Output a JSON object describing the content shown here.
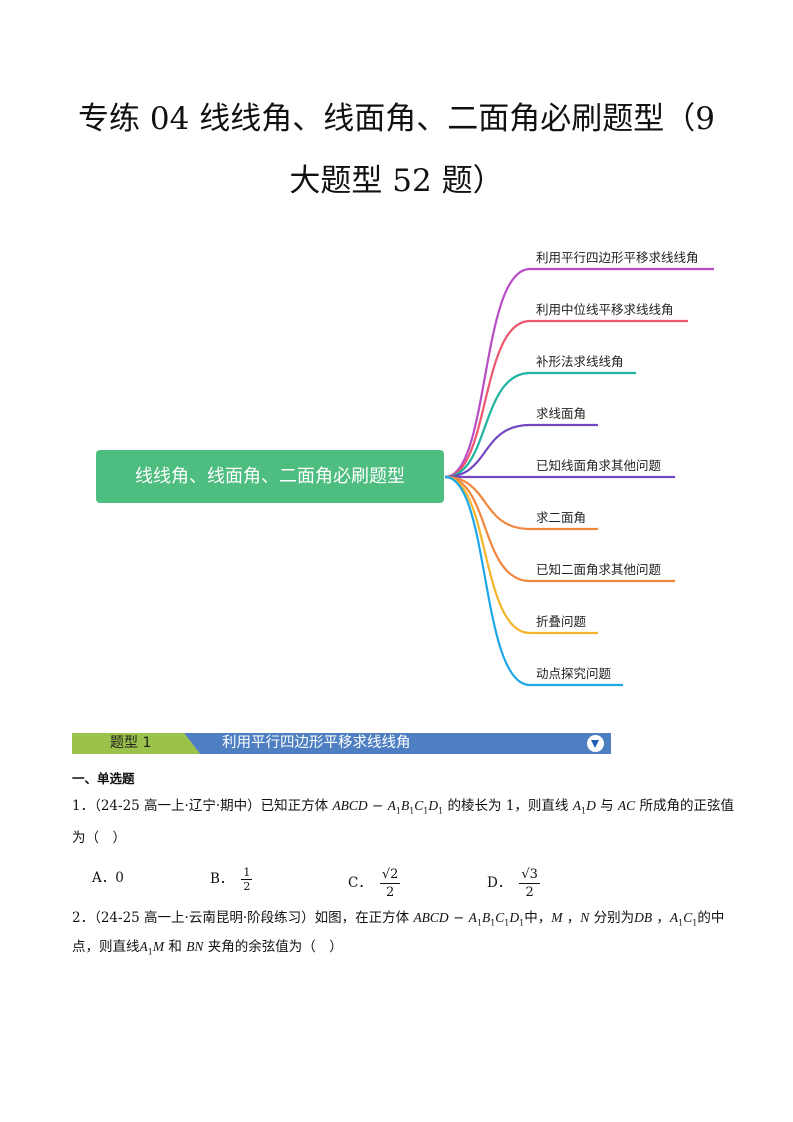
{
  "title": {
    "line1": "专练 04  线线角、线面角、二面角必刷题型（9",
    "line2": "大题型 52 题）"
  },
  "mindmap": {
    "root": "线线角、线面角、二面角必刷题型",
    "branches": [
      {
        "label": "利用平行四边形平移求线线角",
        "color": "#b84dc6"
      },
      {
        "label": "利用中位线平移求线线角",
        "color": "#ee5670"
      },
      {
        "label": "补形法求线线角",
        "color": "#1fb4a0"
      },
      {
        "label": "求线面角",
        "color": "#7148c0"
      },
      {
        "label": "已知线面角求其他问题",
        "color": "#7148c0"
      },
      {
        "label": "求二面角",
        "color": "#f0873e"
      },
      {
        "label": "已知二面角求其他问题",
        "color": "#f0873e"
      },
      {
        "label": "折叠问题",
        "color": "#f4b52a"
      },
      {
        "label": "动点探究问题",
        "color": "#1ea7e6"
      }
    ]
  },
  "banner": {
    "tag": "题型 1",
    "title": "利用平行四边形平移求线线角"
  },
  "section": "一、单选题",
  "q1": {
    "prefix": "1．（24-25 高一上·辽宁·期中）已知正方体",
    "mid1": "的棱长为 1，则直线",
    "mid2": "与",
    "end": "所成角的正弦值",
    "line2": "为（　）",
    "options": {
      "A": "A．0",
      "B": "B．",
      "C": "C．",
      "D": "D．",
      "b_num": "1",
      "b_den": "2",
      "c_num": "√2",
      "c_den": "2",
      "d_num": "√3",
      "d_den": "2"
    }
  },
  "q2": {
    "prefix": "2．（24-25 高一上·云南昆明·阶段练习）如图，在正方体",
    "mid": "中，",
    "m": "M",
    "comma": "，",
    "n": "N",
    "mid2": "分别为",
    "db": "DB",
    "end": "的中",
    "line2a": "点，则直线",
    "and": "和",
    "bn": "BN",
    "line2b": "夹角的余弦值为（　）"
  }
}
